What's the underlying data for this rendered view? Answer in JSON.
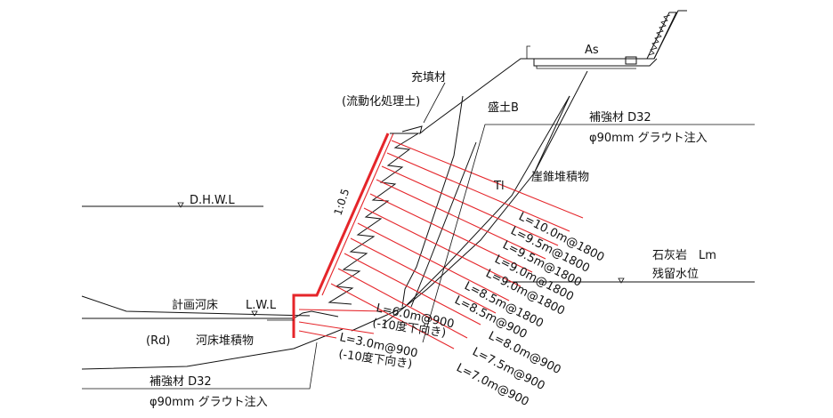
{
  "labels": {
    "filler": "充填材",
    "filler_sub": "(流動化処理土)",
    "asphalt": "As",
    "embankment": "盛土B",
    "rebar_top_1": "補強材 D32",
    "rebar_top_2": "φ90mm グラウト注入",
    "ti": "Tl",
    "talus": "崖錐堆積物",
    "dhwl": "D.H.W.L",
    "slope": "1:0.5",
    "limestone": "石灰岩　Lm",
    "residual_water": "残留水位",
    "planned_bed": "計画河床",
    "lwl": "L.W.L",
    "rd": "(Rd)",
    "river_bed_deposit": "河床堆積物",
    "rebar_bottom_1": "補強材 D32",
    "rebar_bottom_2": "φ90mm グラウト注入"
  },
  "anchor_labels": [
    "L=10.0m@1800",
    "L=9.5m@1800",
    "L=9.5m@1800",
    "L=9.0m@1800",
    "L=9.0m@1800",
    "L=8.5m@1800",
    "L=8.5m@900",
    "L=8.0m@900",
    "L=7.5m@900",
    "L=7.0m@900"
  ],
  "lower_anchor_labels": [
    "L=6.0m@900",
    "(-10度下向き)",
    "L=3.0m@900",
    "(-10度下向き)"
  ],
  "colors": {
    "wall": "#e5252a",
    "lines": "#111111"
  }
}
